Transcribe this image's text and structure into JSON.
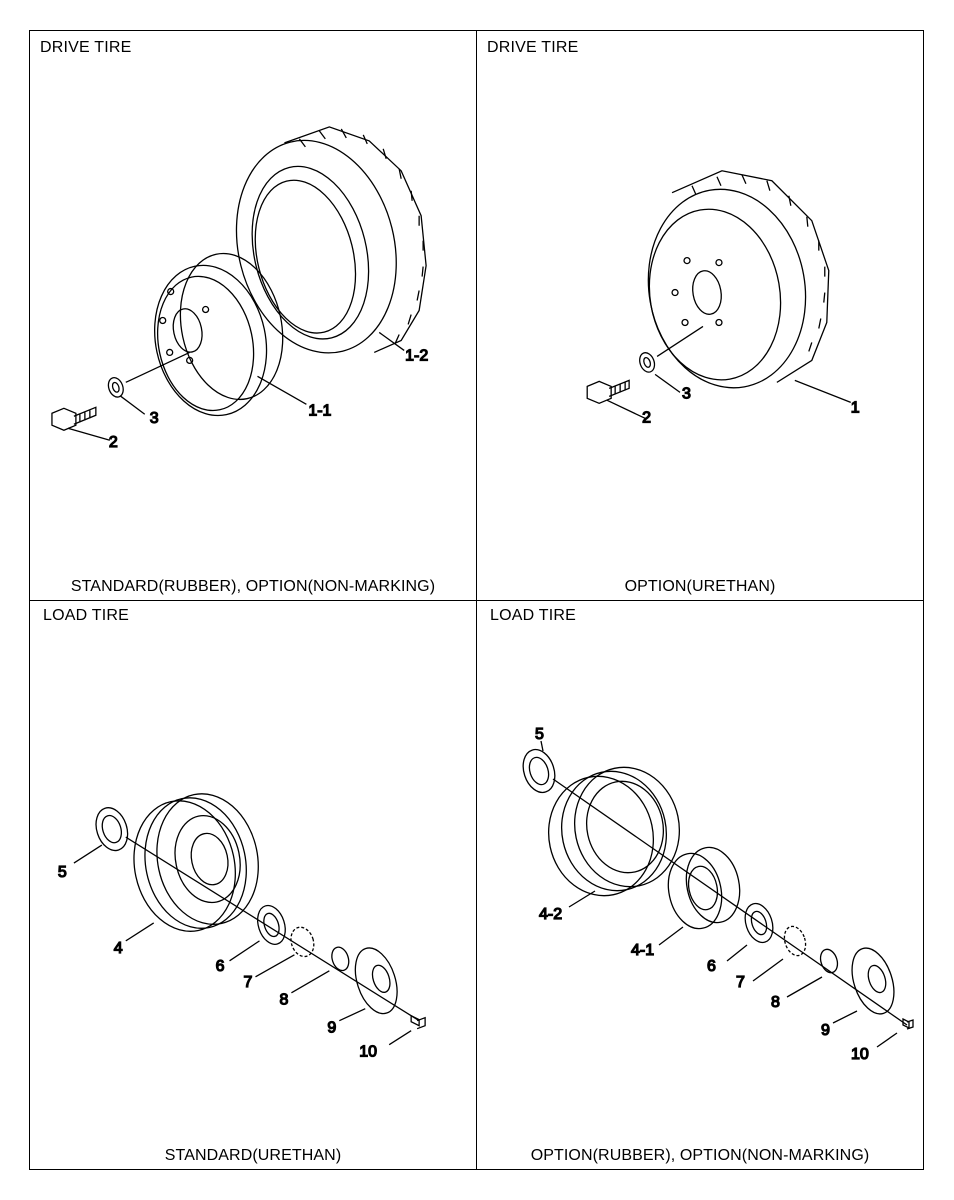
{
  "panels": {
    "top_left": {
      "title": "DRIVE TIRE",
      "caption": "STANDARD(RUBBER), OPTION(NON-MARKING)",
      "callouts": {
        "tire": "1-2",
        "wheel": "1-1",
        "bolt": "2",
        "washer": "3"
      }
    },
    "top_right": {
      "title": "DRIVE TIRE",
      "caption": "OPTION(URETHAN)",
      "callouts": {
        "tire": "1",
        "bolt": "2",
        "washer": "3"
      }
    },
    "bottom_left": {
      "title": "LOAD TIRE",
      "caption": "STANDARD(URETHAN)",
      "callouts": {
        "bearing_outer": "5",
        "tire": "4",
        "bearing_inner": "6",
        "lock_washer": "7",
        "seal": "8",
        "cover": "9",
        "bolt": "10"
      }
    },
    "bottom_right": {
      "title": "LOAD TIRE",
      "caption": "OPTION(RUBBER), OPTION(NON-MARKING)",
      "callouts": {
        "bearing_outer": "5",
        "tire": "4-2",
        "wheel": "4-1",
        "bearing_inner": "6",
        "lock_washer": "7",
        "seal": "8",
        "cover": "9",
        "bolt": "10"
      }
    }
  }
}
